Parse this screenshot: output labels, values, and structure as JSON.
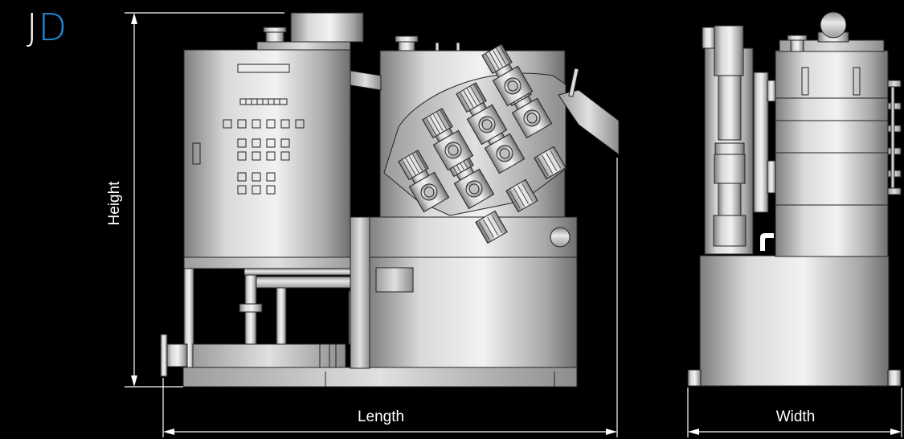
{
  "logo": {
    "letter_1": "J",
    "letter_2": "D",
    "colors": {
      "letter_1": "#ffffff",
      "letter_2": "#1e8fe0"
    }
  },
  "dimensions": {
    "height_label": "Height",
    "length_label": "Length",
    "width_label": "Width"
  },
  "views": [
    "front-view",
    "side-view"
  ],
  "colors": {
    "background": "#000000",
    "line": "#ffffff",
    "metal_light": "#e6e6e6",
    "metal_dark": "#7a7a7a"
  }
}
